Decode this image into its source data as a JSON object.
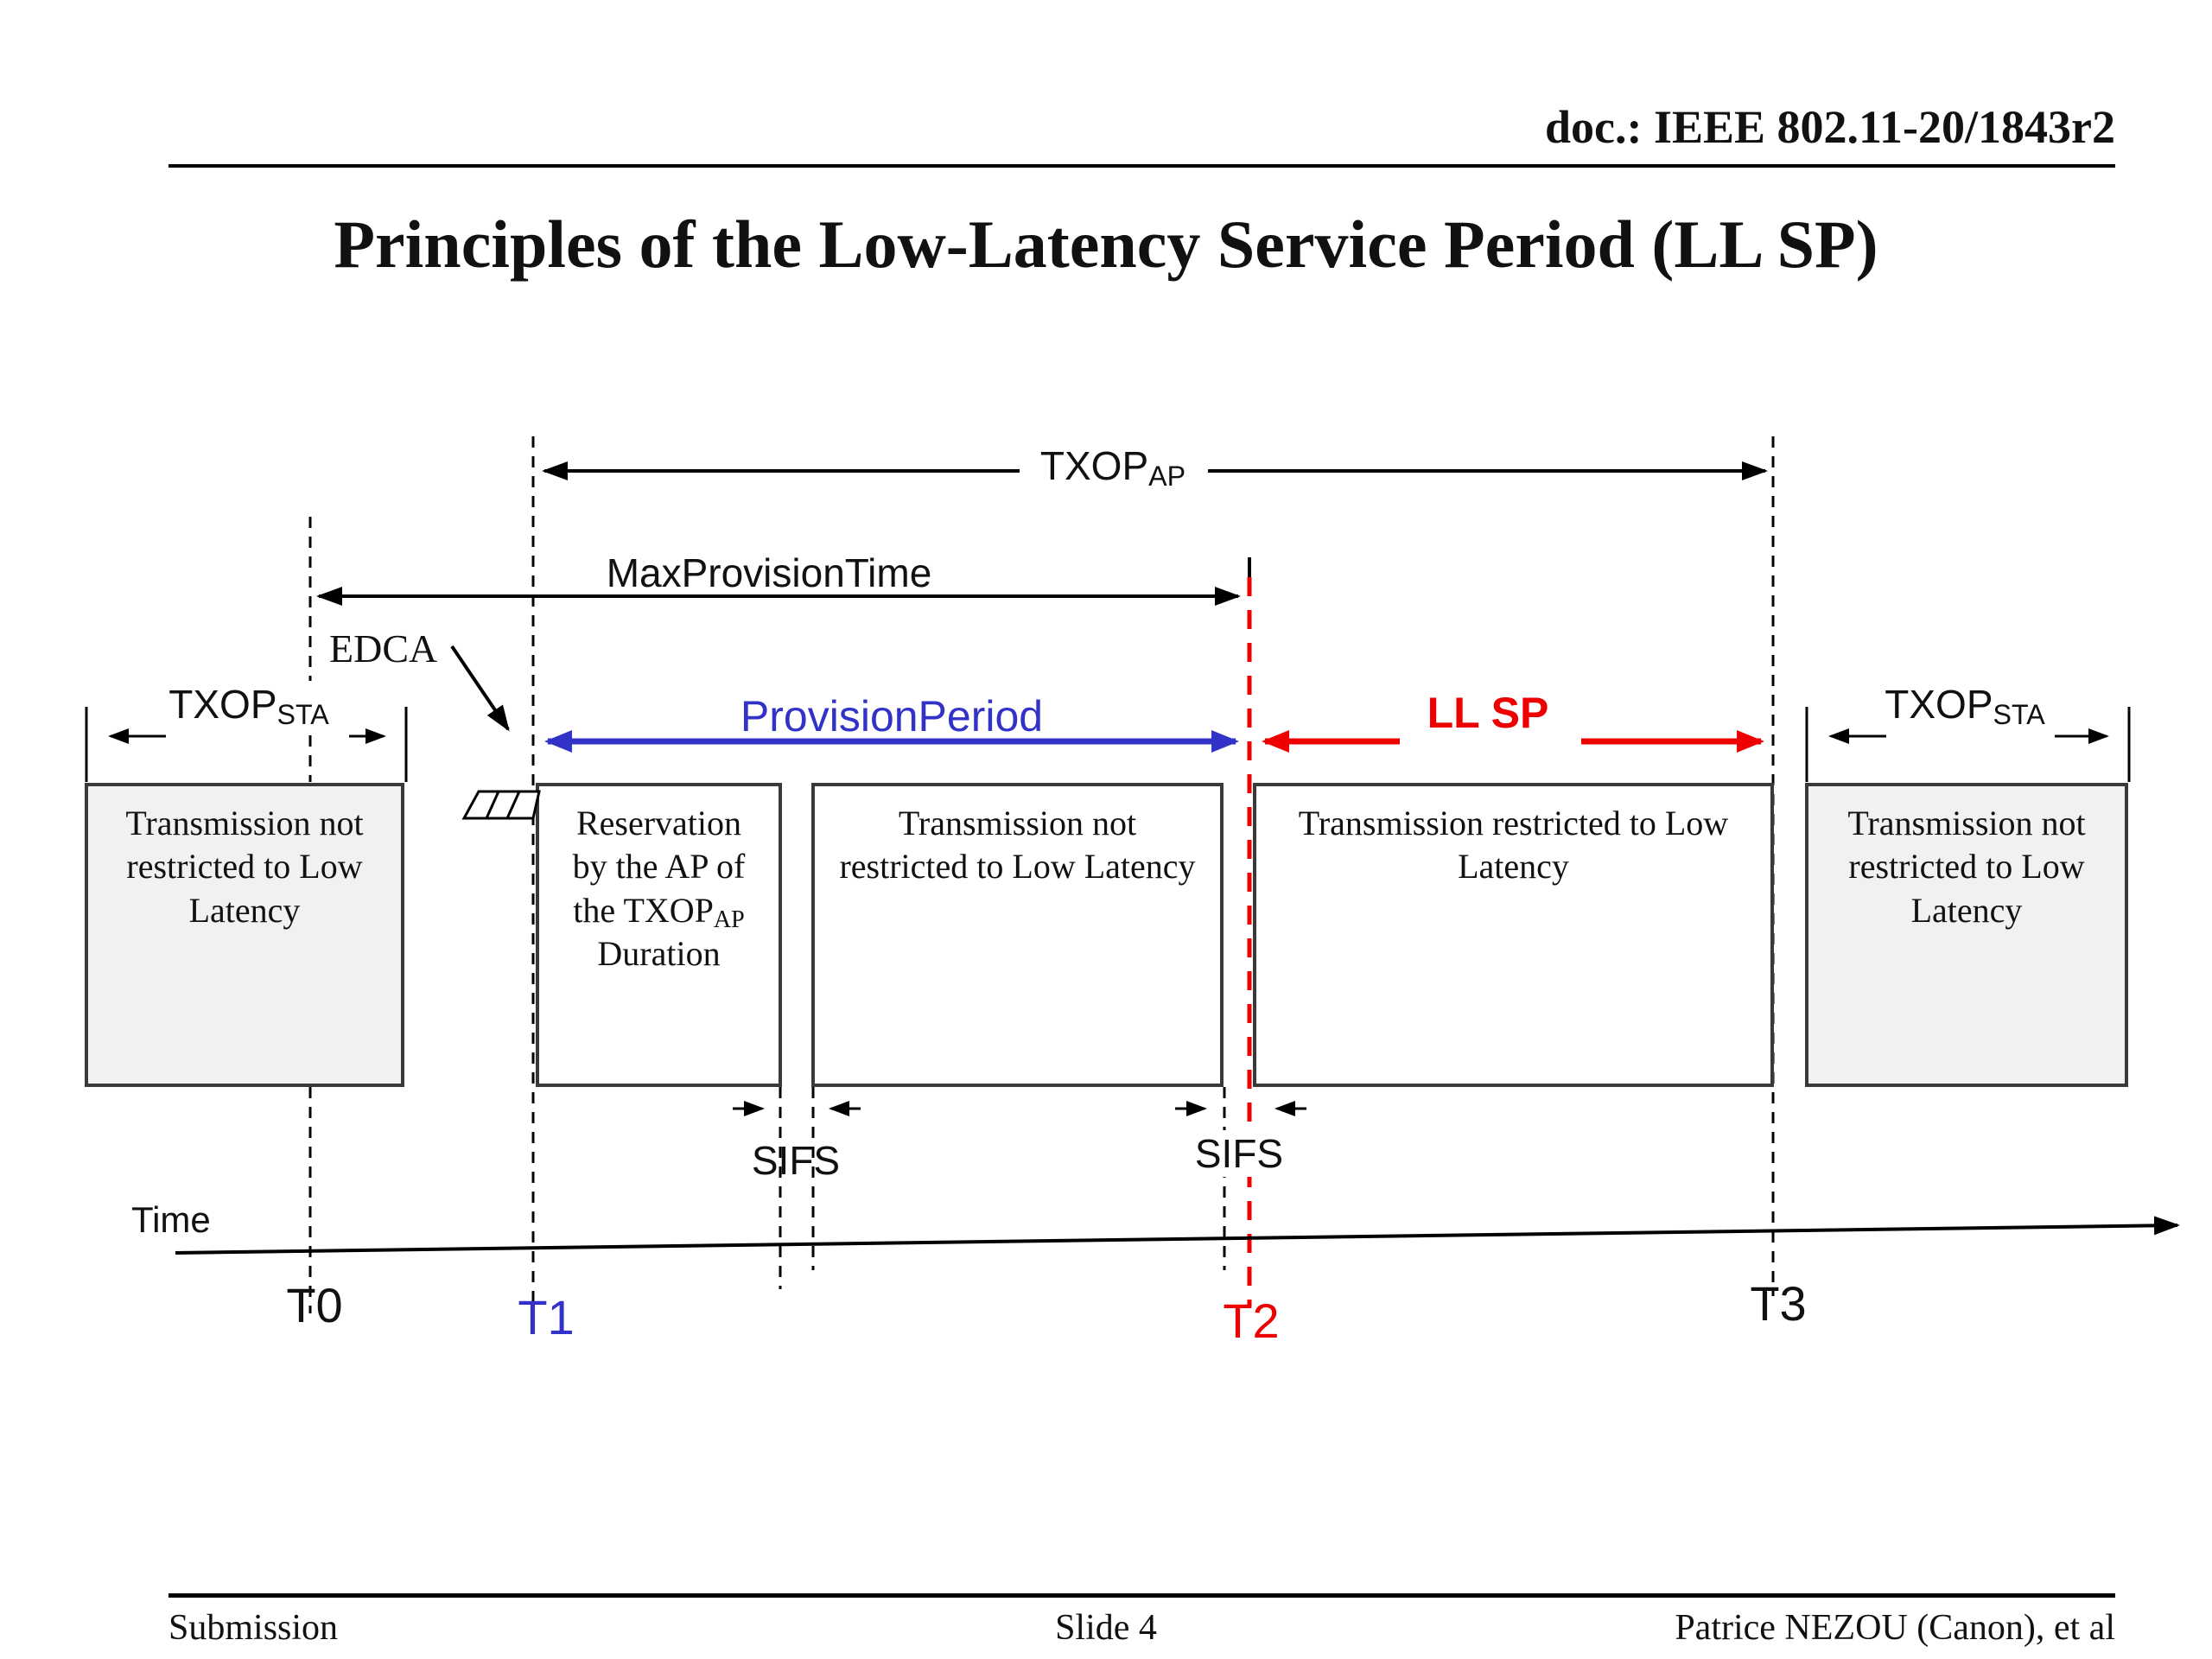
{
  "header": {
    "doc_id": "doc.: IEEE 802.11-20/1843r2"
  },
  "title": "Principles of the Low-Latency Service Period (LL SP)",
  "footer": {
    "left": "Submission",
    "center": "Slide 4",
    "right": "Patrice NEZOU (Canon), et al"
  },
  "diagram": {
    "txop_ap": {
      "base": "TXOP",
      "sub": "AP"
    },
    "max_provision_time": "MaxProvisionTime",
    "edca": "EDCA",
    "txop_sta_left": {
      "base": "TXOP",
      "sub": "STA"
    },
    "txop_sta_right": {
      "base": "TXOP",
      "sub": "STA"
    },
    "provision_period": "ProvisionPeriod",
    "ll_sp": "LL SP",
    "sifs_left": "SIFS",
    "sifs_right": "SIFS",
    "time_label": "Time",
    "t0": "T0",
    "t1": "T1",
    "t2": "T2",
    "t3": "T3",
    "box_sta_left": "Transmission not restricted to Low Latency",
    "box_reservation": {
      "before": "Reservation by the AP of the TXOP",
      "sub": "AP",
      "after": " Duration"
    },
    "box_provision": "Transmission not restricted to Low Latency",
    "box_llsp": "Transmission restricted to Low Latency",
    "box_sta_right": "Transmission not restricted to Low Latency",
    "colors": {
      "blue": "#3232c8",
      "red": "#ee0000",
      "gray_fill": "#f1f1f1",
      "line": "#000000"
    }
  }
}
